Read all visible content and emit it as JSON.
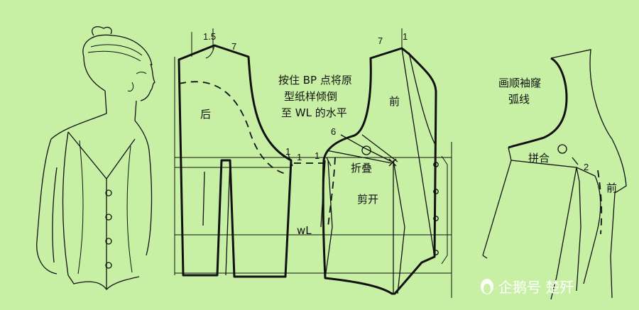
{
  "labels": {
    "back": "后",
    "front_middle": "前",
    "front_right": "前",
    "wl": "wL",
    "instruction": [
      "按住 BP 点将原",
      "型纸样倾倒",
      "至 WL 的水平"
    ],
    "fold": "折叠",
    "cut_open": "剪开",
    "curve_armhole": [
      "画顺袖窿",
      "弧线"
    ],
    "join": "拼合",
    "m_1_5": "1.5",
    "m_7_back": "7",
    "m_7_front": "7",
    "m_1_front": "1",
    "m_6": "6",
    "m_1_side_a": "1",
    "m_1_side_b": "1",
    "m_1_side_c": "1",
    "m_2": "2"
  },
  "watermark": "企鹅号 楚歼",
  "colors": {
    "background": "#c7f0a4",
    "ink": "#111111"
  }
}
